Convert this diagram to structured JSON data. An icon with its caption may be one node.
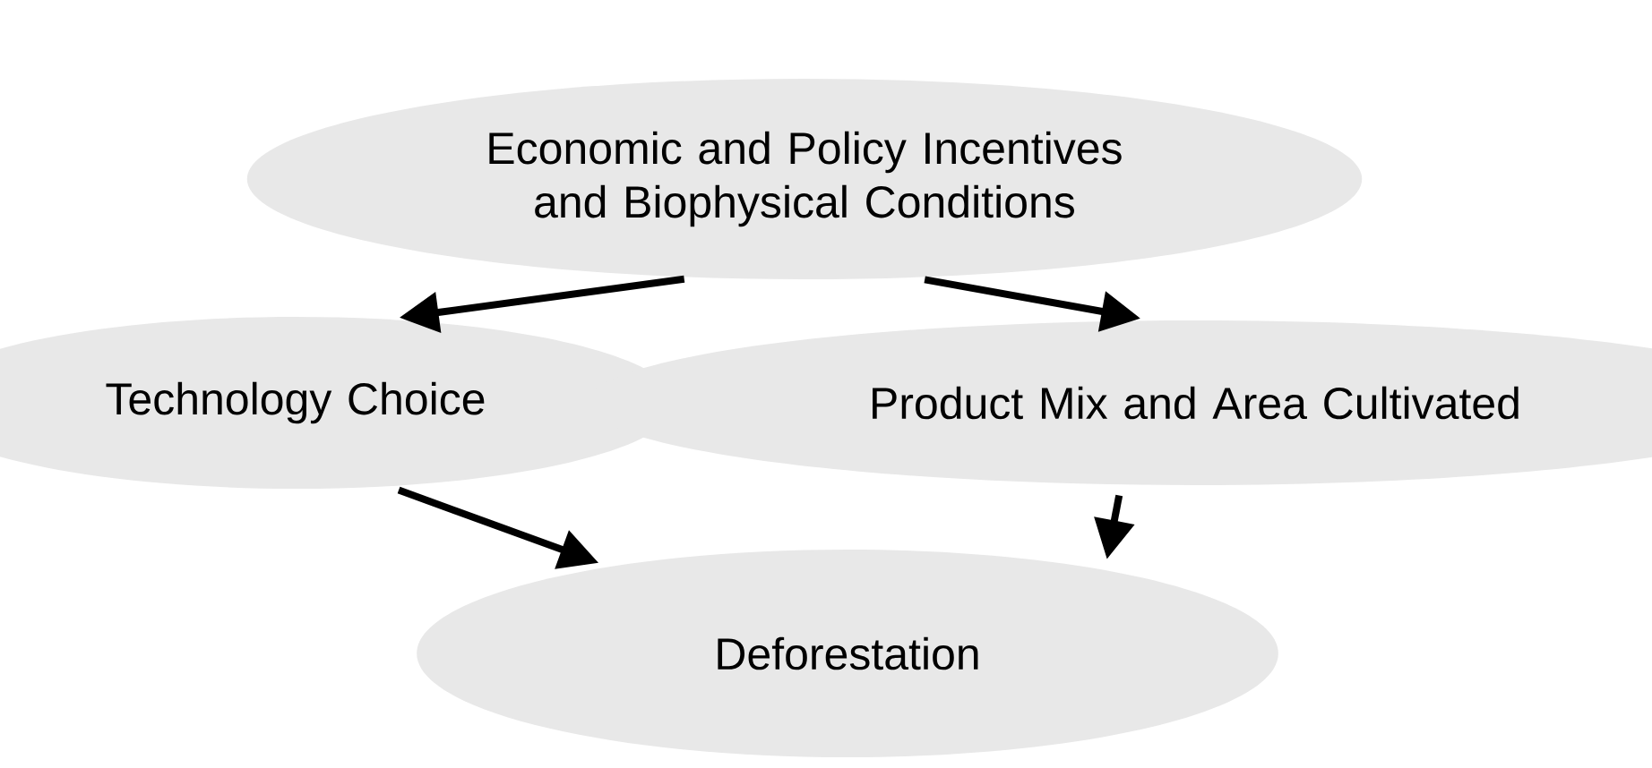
{
  "diagram": {
    "nodes": [
      {
        "text": [
          "Economic and Policy Incentives and Biophysical Conditions"
        ]
      },
      {
        "text": [
          "Technology Choice"
        ]
      },
      {
        "text": [
          "Product Mix and Area Cultivated"
        ]
      },
      {
        "text": [
          "Deforestation"
        ]
      }
    ],
    "edges": [
      {
        "from": 0,
        "to": 1,
        "arrow": "to"
      },
      {
        "from": 0,
        "to": 2,
        "arrow": "to"
      },
      {
        "from": 1,
        "to": 3,
        "arrow": "to"
      },
      {
        "from": 2,
        "to": 3,
        "arrow": "to"
      }
    ]
  }
}
